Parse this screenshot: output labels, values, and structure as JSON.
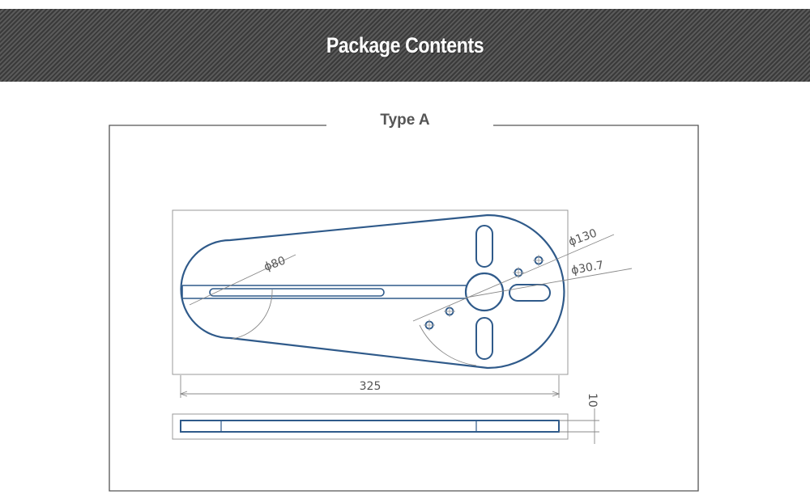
{
  "header": {
    "title": "Package Contents"
  },
  "panel": {
    "type_label": "Type A"
  },
  "dimensions": {
    "large_diameter": "ϕ130",
    "small_diameter": "ϕ80",
    "hole_diameter": "ϕ30.7",
    "length": "325",
    "thickness": "10"
  },
  "colors": {
    "banner": "#4a4a4a",
    "outline": "#2f5a8a",
    "dimension_line": "#888888"
  }
}
